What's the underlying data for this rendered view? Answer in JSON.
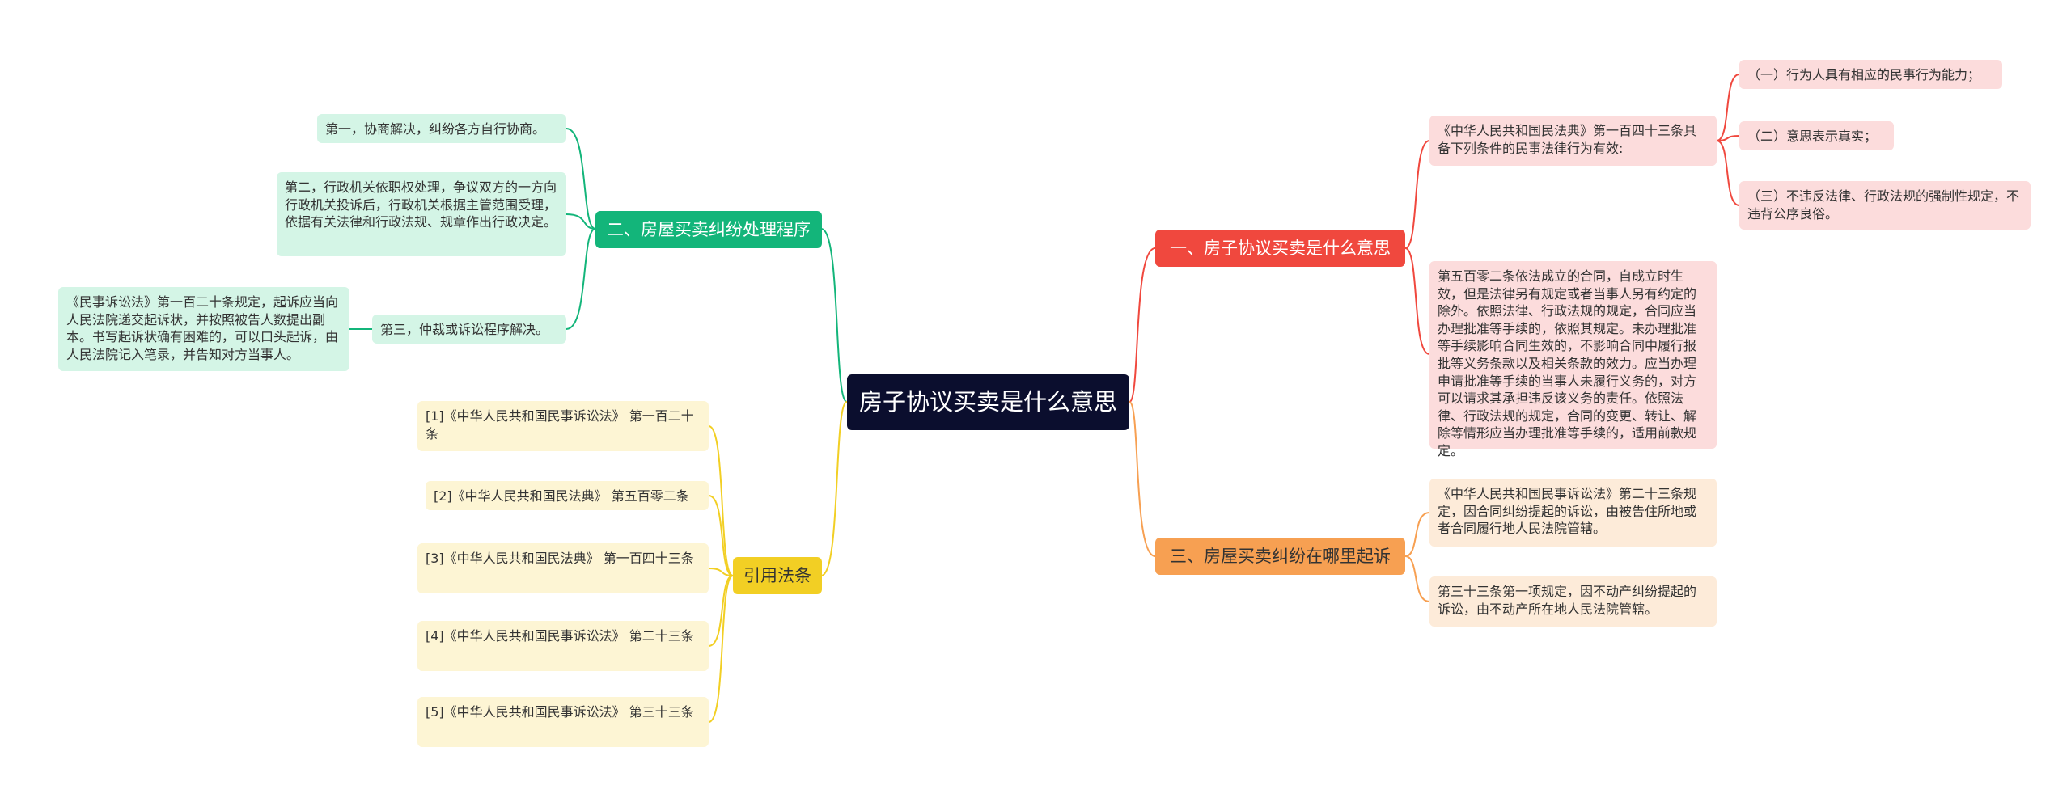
{
  "root": {
    "title": "房子协议买卖是什么意思"
  },
  "branches": {
    "meaning": {
      "label": "一、房子协议买卖是什么意思",
      "leaf_validity": "《中华人民共和国民法典》第一百四十三条具备下列条件的民事法律行为有效:",
      "conditions": [
        "（一）行为人具有相应的民事行为能力；",
        "（二）意思表示真实；",
        "（三）不违反法律、行政法规的强制性规定，不违背公序良俗。"
      ],
      "leaf_contract": "第五百零二条依法成立的合同，自成立时生效，但是法律另有规定或者当事人另有约定的除外。依照法律、行政法规的规定，合同应当办理批准等手续的，依照其规定。未办理批准等手续影响合同生效的，不影响合同中履行报批等义务条款以及相关条款的效力。应当办理申请批准等手续的当事人未履行义务的，对方可以请求其承担违反该义务的责任。依照法律、行政法规的规定，合同的变更、转让、解除等情形应当办理批准等手续的，适用前款规定。"
    },
    "where": {
      "label": "三、房屋买卖纠纷在哪里起诉",
      "leaves": [
        "《中华人民共和国民事诉讼法》第二十三条规定，因合同纠纷提起的诉讼，由被告住所地或者合同履行地人民法院管辖。",
        "第三十三条第一项规定，因不动产纠纷提起的诉讼，由不动产所在地人民法院管辖。"
      ]
    },
    "procedure": {
      "label": "二、房屋买卖纠纷处理程序",
      "leaves": [
        "第一，协商解决，纠纷各方自行协商。",
        "第二，行政机关依职权处理，争议双方的一方向行政机关投诉后，行政机关根据主管范围受理，依据有关法律和行政法规、规章作出行政决定。",
        "第三，仲裁或诉讼程序解决。"
      ],
      "sub_leaf": "《民事诉讼法》第一百二十条规定，起诉应当向人民法院递交起诉状，并按照被告人数提出副本。书写起诉状确有困难的，可以口头起诉，由人民法院记入笔录，并告知对方当事人。"
    },
    "citations": {
      "label": "引用法条",
      "leaves": [
        "[1]《中华人民共和国民事诉讼法》 第一百二十条",
        "[2]《中华人民共和国民法典》 第五百零二条",
        "[3]《中华人民共和国民法典》 第一百四十三条",
        "[4]《中华人民共和国民事诉讼法》 第二十三条",
        "[5]《中华人民共和国民事诉讼法》 第三十三条"
      ]
    }
  },
  "colors": {
    "root": "#0b0e2e",
    "red": "#f0483e",
    "orange": "#f7a052",
    "green": "#13b57a",
    "yellow": "#f2cf24"
  }
}
